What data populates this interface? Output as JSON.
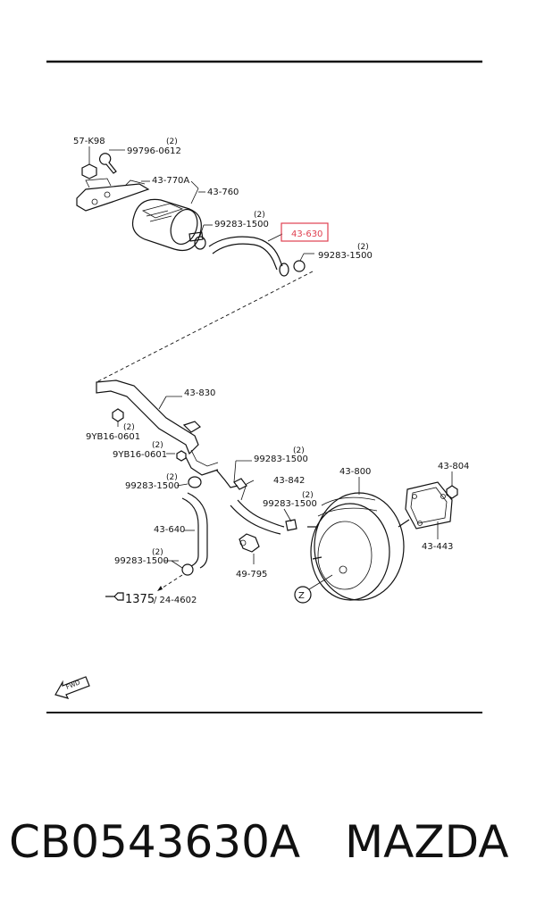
{
  "highlight_color": "#e04050",
  "labels": {
    "p57k98": "57-K98",
    "p99796_qty": "(2)",
    "p99796": "99796-0612",
    "p43770a": "43-770A",
    "p43760": "43-760",
    "p99283a_qty": "(2)",
    "p99283a": "99283-1500",
    "p43630": "43-630",
    "p99283b_qty": "(2)",
    "p99283b": "99283-1500",
    "p43830": "43-830",
    "p9yb16a_qty": "(2)",
    "p9yb16a": "9YB16-0601",
    "p9yb16b_qty": "(2)",
    "p9yb16b": "9YB16-0601",
    "p99283c_qty": "(2)",
    "p99283c": "99283-1500",
    "p99283d_qty": "(2)",
    "p99283d": "99283-1500",
    "p43842": "43-842",
    "p99283e_qty": "(2)",
    "p99283e": "99283-1500",
    "p43800": "43-800",
    "p43804": "43-804",
    "p43443": "43-443",
    "p43640": "43-640",
    "p99283f_qty": "(2)",
    "p99283f": "99283-1500",
    "p49795": "49-795",
    "ref_main": "1375",
    "ref_sub": "/ 24-4602",
    "zone": "Z",
    "fwd": "FWD"
  },
  "caption": {
    "part_number": "CB0543630A",
    "brand": "MAZDA"
  }
}
